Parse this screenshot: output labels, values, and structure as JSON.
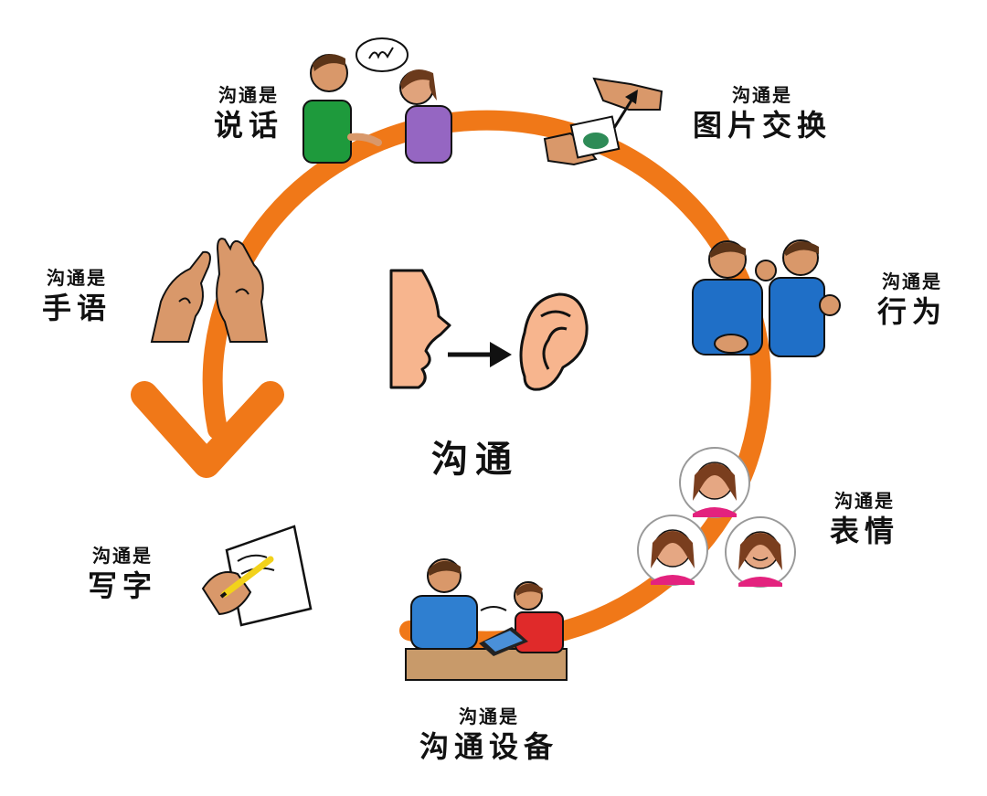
{
  "center": {
    "title": "沟通"
  },
  "accent_color": "#f07818",
  "items": [
    {
      "id": "speaking",
      "prefix": "沟通是",
      "label": "说话",
      "icon": "two-people-talking-icon"
    },
    {
      "id": "picture-exchange",
      "prefix": "沟通是",
      "label": "图片交换",
      "icon": "picture-card-exchange-icon"
    },
    {
      "id": "behavior",
      "prefix": "沟通是",
      "label": "行为",
      "icon": "boy-behavior-icon"
    },
    {
      "id": "facial-expression",
      "prefix": "沟通是",
      "label": "表情",
      "icon": "facial-expressions-icon"
    },
    {
      "id": "device",
      "prefix": "沟通是",
      "label": "沟通设备",
      "icon": "tablet-device-icon"
    },
    {
      "id": "writing",
      "prefix": "沟通是",
      "label": "写字",
      "icon": "hand-writing-icon"
    },
    {
      "id": "sign-language",
      "prefix": "沟通是",
      "label": "手语",
      "icon": "sign-language-hands-icon"
    }
  ]
}
